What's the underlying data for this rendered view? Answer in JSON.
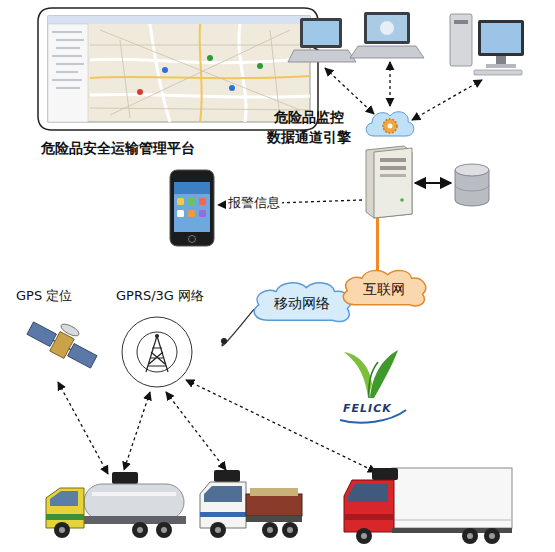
{
  "diagram": {
    "nodes": [
      {
        "text": [
          "危险品安全运输管理平台"
        ]
      },
      {
        "text": [
          "危险品监控 数据通道引擎"
        ]
      },
      {
        "text": [
          "移动网络"
        ]
      },
      {
        "text": [
          "互联网"
        ]
      },
      {
        "text": [
          "GPS 定位"
        ]
      },
      {
        "text": [
          "GPRS/3G 网络"
        ]
      }
    ],
    "edges": [
      {
        "from": 1,
        "to": 3,
        "arrow": "none"
      },
      {
        "from": 2,
        "to": 5,
        "arrow": "none"
      }
    ],
    "labels": [
      "报警信息",
      "FELICK"
    ]
  }
}
